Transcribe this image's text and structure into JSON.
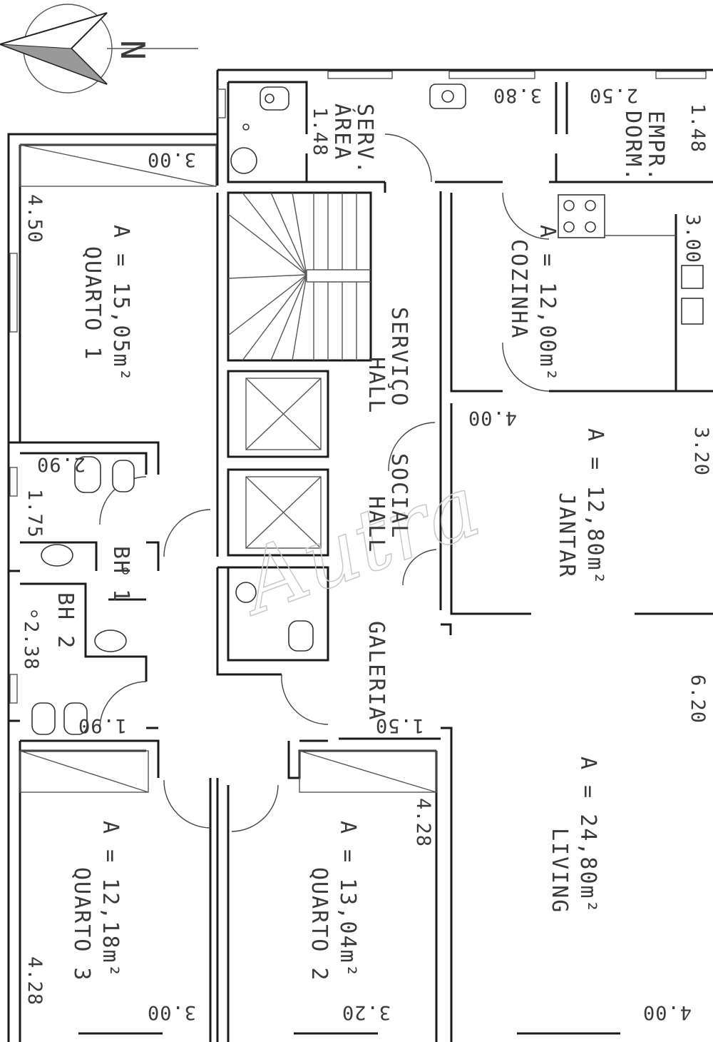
{
  "north_label": "N",
  "watermark": "Autra",
  "rooms": {
    "area_servico": {
      "name1": "ÁREA",
      "name2": "SERV.",
      "dim_w": "3.80",
      "dim_h": "1.48"
    },
    "dorm_empr": {
      "name1": "DORM.",
      "name2": "EMPR.",
      "dim_w": "2.50",
      "dim_h": "1.48"
    },
    "quarto1": {
      "name": "QUARTO 1",
      "area": "A = 15,05m²",
      "dim_w": "3.00",
      "dim_h": "4.50"
    },
    "cozinha": {
      "name": "COZINHA",
      "area": "A = 12,00m²",
      "dim_h": "3.00"
    },
    "hall_servico": {
      "name1": "HALL",
      "name2": "SERVIÇO"
    },
    "hall_social": {
      "name1": "HALL",
      "name2": "SOCIAL"
    },
    "jantar": {
      "name": "JANTAR",
      "area": "A = 12,80m²",
      "dim_w": "4.00",
      "dim_h": "3.20"
    },
    "bh1": {
      "name": "BH 1",
      "dim_w": "2.90",
      "dim_h": "1.75"
    },
    "bh2": {
      "name": "BH 2",
      "dim_w": "1.90",
      "dim_h": "2.38"
    },
    "galeria": {
      "name": "GALERIA",
      "dim_w": "1.50"
    },
    "living": {
      "name": "LIVING",
      "area": "A = 24,80m²",
      "dim_w": "4.00",
      "dim_h": "6.20"
    },
    "quarto3": {
      "name": "QUARTO 3",
      "area": "A = 12,18m²",
      "dim_w": "3.00",
      "dim_h": "4.28"
    },
    "quarto2": {
      "name": "QUARTO 2",
      "area": "A = 13,04m²",
      "dim_w": "3.20",
      "dim_h": "4.28"
    }
  }
}
